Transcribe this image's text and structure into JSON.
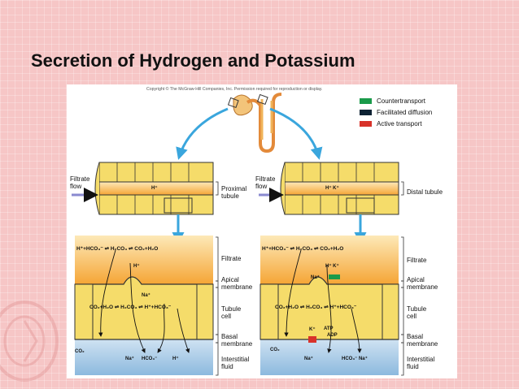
{
  "title": "Secretion of Hydrogen and Potassium",
  "copyright": "Copyright © The McGraw-Hill Companies, Inc. Permission required for reproduction or display.",
  "legend": [
    {
      "label": "Countertransport",
      "color": "#1a9a4a"
    },
    {
      "label": "Facilitated diffusion",
      "color": "#0d2233"
    },
    {
      "label": "Active transport",
      "color": "#d8322a"
    }
  ],
  "left_panel": {
    "filtrate_flow": "Filtrate\nflow",
    "segment": "Proximal\ntubule",
    "h_ion": "H⁺",
    "eq_top": "H⁺+HCO₃⁻ ⇌ H₂CO₃ ⇌ CO₂+H₂O",
    "h_apical": "H⁺",
    "na_apical": "Na⁺",
    "eq_cell": "CO₂+H₂O ⇌ H₂CO₃ ⇌ H⁺+HCO₃⁻",
    "co2_basal": "CO₂",
    "na_basal": "Na⁺",
    "hco3_basal": "HCO₃⁻",
    "h_basal": "H⁺"
  },
  "right_panel": {
    "filtrate_flow": "Filtrate\nflow",
    "segment": "Distal tubule",
    "hk_ions": "H⁺  K⁺",
    "eq_top": "H⁺+HCO₃⁻ ⇌ H₂CO₃ ⇌ CO₂+H₂O",
    "hk_apical": "H⁺  K⁺",
    "na_apical": "Na⁺",
    "eq_cell": "CO₂+H₂O ⇌ H₂CO₃ ⇌ H⁺+HCO₃⁻",
    "k_basal": "K⁺",
    "atp": "ATP",
    "adp": "ADP",
    "co2_basal": "CO₂",
    "na_basal": "Na⁺",
    "hco3_na_basal": "HCO₃⁻  Na⁺"
  },
  "region_labels": {
    "filtrate": "Filtrate",
    "apical": "Apical\nmembrane",
    "cell": "Tubule\ncell",
    "basal": "Basal\nmembrane",
    "interstitial": "Interstitial\nfluid"
  },
  "colors": {
    "filtrate_orange": "#f7a83a",
    "cell_yellow": "#f5dc6a",
    "interstitial_blue": "#9fc3e0",
    "arrow_blue": "#3aa6dd"
  }
}
